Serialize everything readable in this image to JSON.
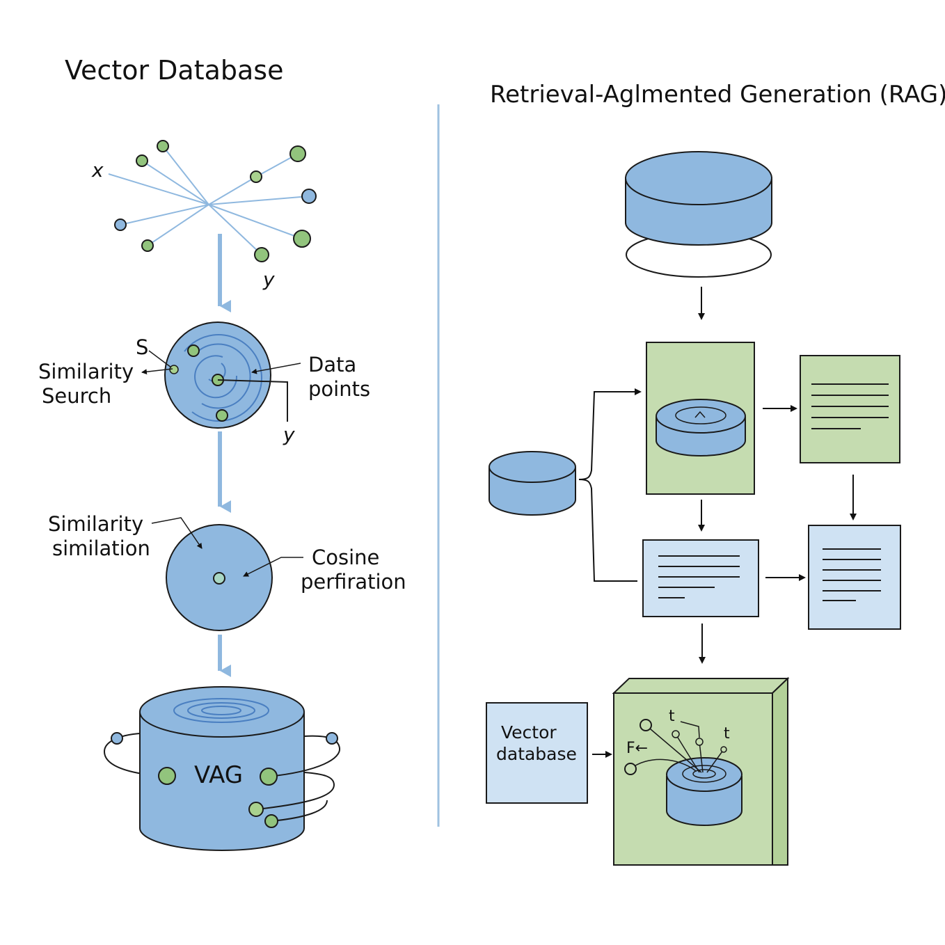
{
  "colors": {
    "blue_fill": "#8fb8df",
    "light_blue_fill": "#cfe2f3",
    "green_fill": "#c5dcb0",
    "green_node": "#92c47d",
    "divider": "#9fc2e0",
    "arrow_blue": "#8fb8df",
    "stroke": "#1a1a1a"
  },
  "left_panel": {
    "title": "Vector Database",
    "axis_x": "x",
    "axis_y_top": "y",
    "search": {
      "s_label": "S",
      "left_label_line1": "Similarity",
      "left_label_line2": "Seurch",
      "right_label_line1": "Data",
      "right_label_line2": "points",
      "y_label": "y"
    },
    "similation": {
      "left_label_line1": "Similarity",
      "left_label_line2": "similation",
      "right_label_line1": "Cosine",
      "right_label_line2": "perfiration"
    },
    "cylinder_label": "VAG"
  },
  "right_panel": {
    "title": "Retrieval-Aglmented Generation (RAG)",
    "vector_box_line1": "Vector",
    "vector_box_line2": "database",
    "icon_label_t1": "t",
    "icon_label_t2": "t",
    "icon_label_f": "F←"
  }
}
